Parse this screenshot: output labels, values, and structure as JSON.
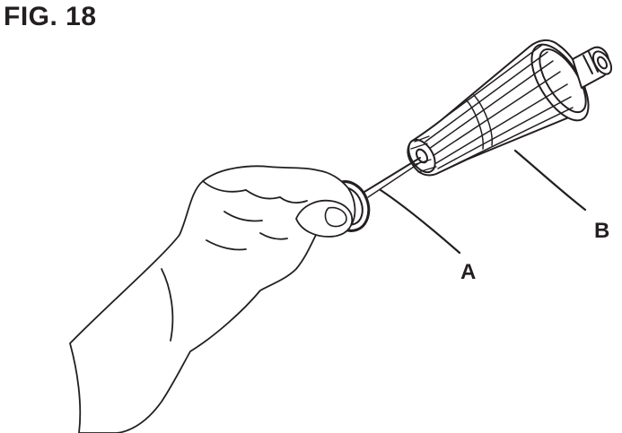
{
  "figure": {
    "title": "FIG. 18"
  },
  "callouts": {
    "a": {
      "label": "A"
    },
    "b": {
      "label": "B"
    }
  },
  "colors": {
    "ink": "#231f20",
    "background": "#ffffff"
  },
  "icons": {
    "nozzle": "spray-nozzle-illustration",
    "hand": "hand-holding-pin-illustration",
    "pin": "cleaning-pin-illustration"
  }
}
